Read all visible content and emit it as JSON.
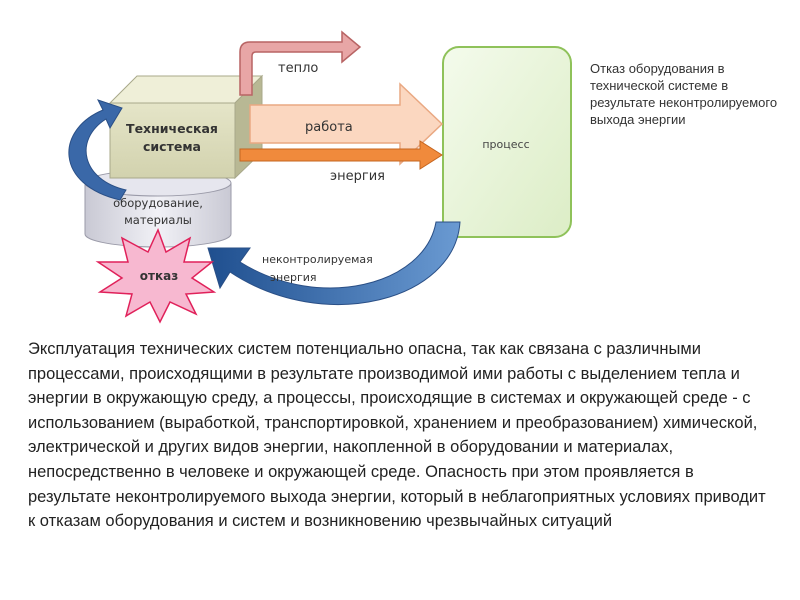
{
  "diagram": {
    "system_label_line1": "Техническая",
    "system_label_line2": "система",
    "heat_label": "тепло",
    "work_label": "работа",
    "energy_label": "энергия",
    "process_label": "процесс",
    "equipment_label_line1": "оборудование,",
    "equipment_label_line2": "материалы",
    "failure_label": "отказ",
    "uncontrolled_label_line1": "неконтролируемая",
    "uncontrolled_label_line2": "энергия"
  },
  "caption": "Отказ оборудования в технической системе в результате неконтролируемого выхода энергии",
  "body_text": "Эксплуатация технических систем потенциально опасна, так как связана с различными процессами, происходящими в результате производимой ими работы с выделением тепла и энергии в окружающую среду, а процессы, происходящие в системах и окружающей среде - с использованием (выработкой, транспортировкой, хранением и преобразованием) химической, электрической и других видов энергии, накопленной в оборудовании и материалах, непосредственно в человеке и окружающей среде. Опасность при этом проявляется в результате неконтролируемого выхода энергии, который в неблагоприятных условиях приводит к отказам оборудования и систем и возникновению чрезвычайных ситуаций",
  "colors": {
    "heat_arrow": "#e8a6a6",
    "work_arrow": "#fbd7c0",
    "energy_arrow": "#f08a3c",
    "process_box": "#e8f4d8",
    "process_border": "#8fc25a",
    "blue_arrow": "#3a68a8",
    "burst_fill": "#f7b8d0",
    "burst_stroke": "#e0215a"
  }
}
